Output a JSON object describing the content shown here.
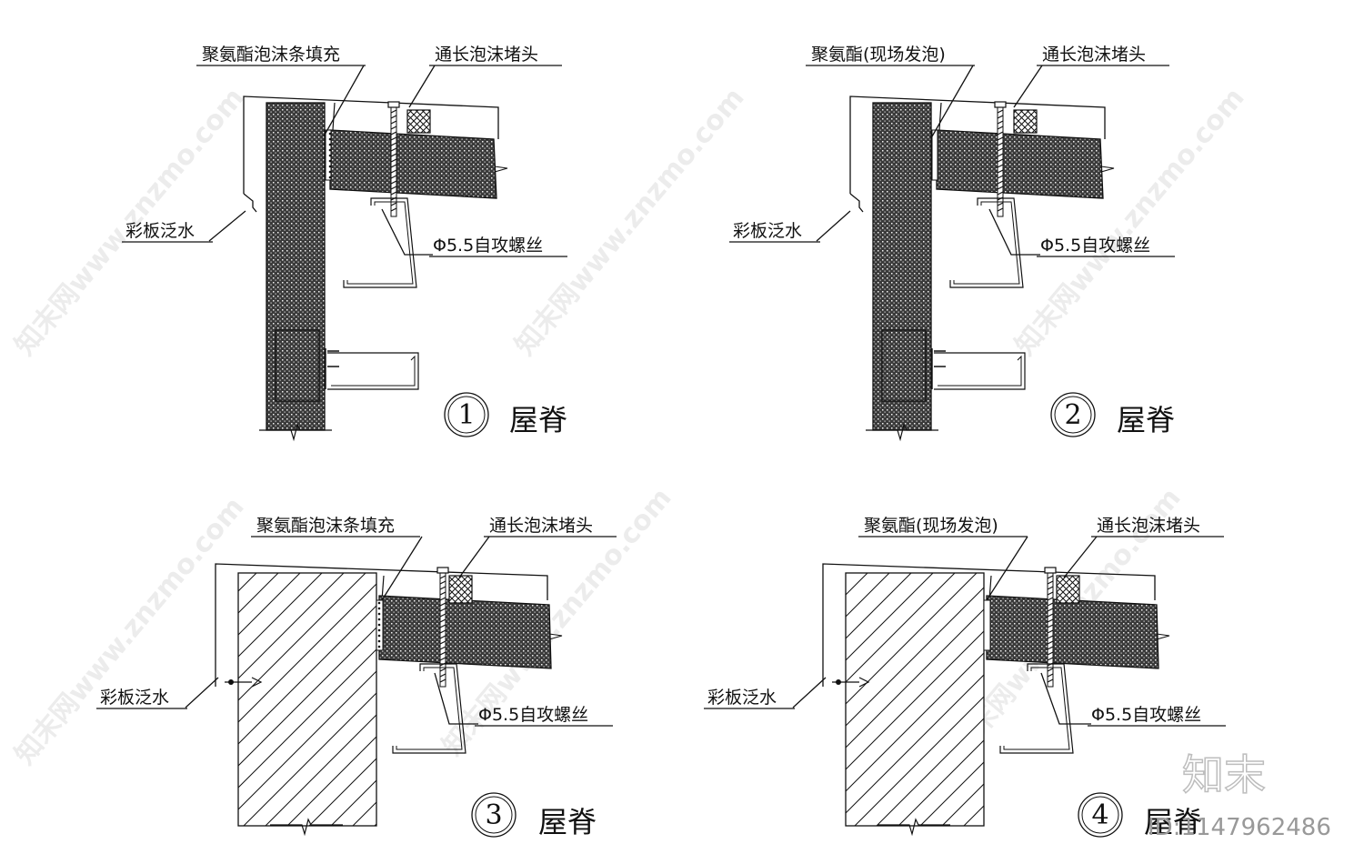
{
  "details": [
    {
      "number": "1",
      "title": "屋脊",
      "variant": "panel",
      "labels": {
        "filler": "聚氨酯泡沫条填充",
        "end_plug": "通长泡沫堵头",
        "flashing": "彩板泛水",
        "screw": "Φ5.5自攻螺丝"
      }
    },
    {
      "number": "2",
      "title": "屋脊",
      "variant": "panel",
      "labels": {
        "filler": "聚氨酯(现场发泡)",
        "end_plug": "通长泡沫堵头",
        "flashing": "彩板泛水",
        "screw": "Φ5.5自攻螺丝"
      }
    },
    {
      "number": "3",
      "title": "屋脊",
      "variant": "masonry",
      "labels": {
        "filler": "聚氨酯泡沫条填充",
        "end_plug": "通长泡沫堵头",
        "flashing": "彩板泛水",
        "screw": "Φ5.5自攻螺丝"
      }
    },
    {
      "number": "4",
      "title": "屋脊",
      "variant": "masonry",
      "labels": {
        "filler": "聚氨酯(现场发泡)",
        "end_plug": "通长泡沫堵头",
        "flashing": "彩板泛水",
        "screw": "Φ5.5自攻螺丝"
      }
    }
  ],
  "watermark": {
    "text": "知末网www.znzmo.com",
    "brand": "知末",
    "id": "ID:1147962486"
  },
  "colors": {
    "line": "#111111",
    "insulation": "#2a2a2a",
    "watermark": "#c9c9c9"
  }
}
